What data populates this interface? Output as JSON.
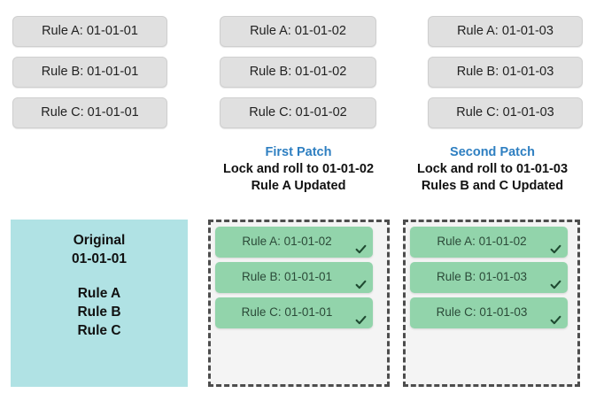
{
  "diagram": {
    "title": "Rule version patching timeline",
    "colors": {
      "grey_pill": "#e0e0e0",
      "green_pill": "#92d4ab",
      "teal_block": "#b0e2e4",
      "accent_blue": "#2e7fc1",
      "dashed_border": "#4d4d4d",
      "patch_background": "#f4f4f4"
    }
  },
  "version_columns": [
    {
      "name": "column-1",
      "pills": [
        "Rule A: 01-01-01",
        "Rule B: 01-01-01",
        "Rule C: 01-01-01"
      ]
    },
    {
      "name": "column-2",
      "pills": [
        "Rule A: 01-01-02",
        "Rule B: 01-01-02",
        "Rule C: 01-01-02"
      ]
    },
    {
      "name": "column-3",
      "pills": [
        "Rule A: 01-01-03",
        "Rule B: 01-01-03",
        "Rule C: 01-01-03"
      ]
    }
  ],
  "captions": [
    {
      "name": "first-patch",
      "title": "First Patch",
      "line1": "Lock and roll to 01-01-02",
      "line2": "Rule A Updated"
    },
    {
      "name": "second-patch",
      "title": "Second Patch",
      "line1": "Lock and roll to 01-01-03",
      "line2": "Rules B and C Updated"
    }
  ],
  "original": {
    "line1": "Original",
    "line2": "01-01-01",
    "line3": "Rule A",
    "line4": "Rule B",
    "line5": "Rule C"
  },
  "patch_boxes": [
    {
      "name": "first-patch-box",
      "pills": [
        {
          "label": "Rule A: 01-01-02",
          "status_icon": "check-icon"
        },
        {
          "label": "Rule B: 01-01-01",
          "status_icon": "check-icon"
        },
        {
          "label": "Rule C: 01-01-01",
          "status_icon": "check-icon"
        }
      ]
    },
    {
      "name": "second-patch-box",
      "pills": [
        {
          "label": "Rule A: 01-01-02",
          "status_icon": "check-icon"
        },
        {
          "label": "Rule B: 01-01-03",
          "status_icon": "check-icon"
        },
        {
          "label": "Rule C: 01-01-03",
          "status_icon": "check-icon"
        }
      ]
    }
  ]
}
